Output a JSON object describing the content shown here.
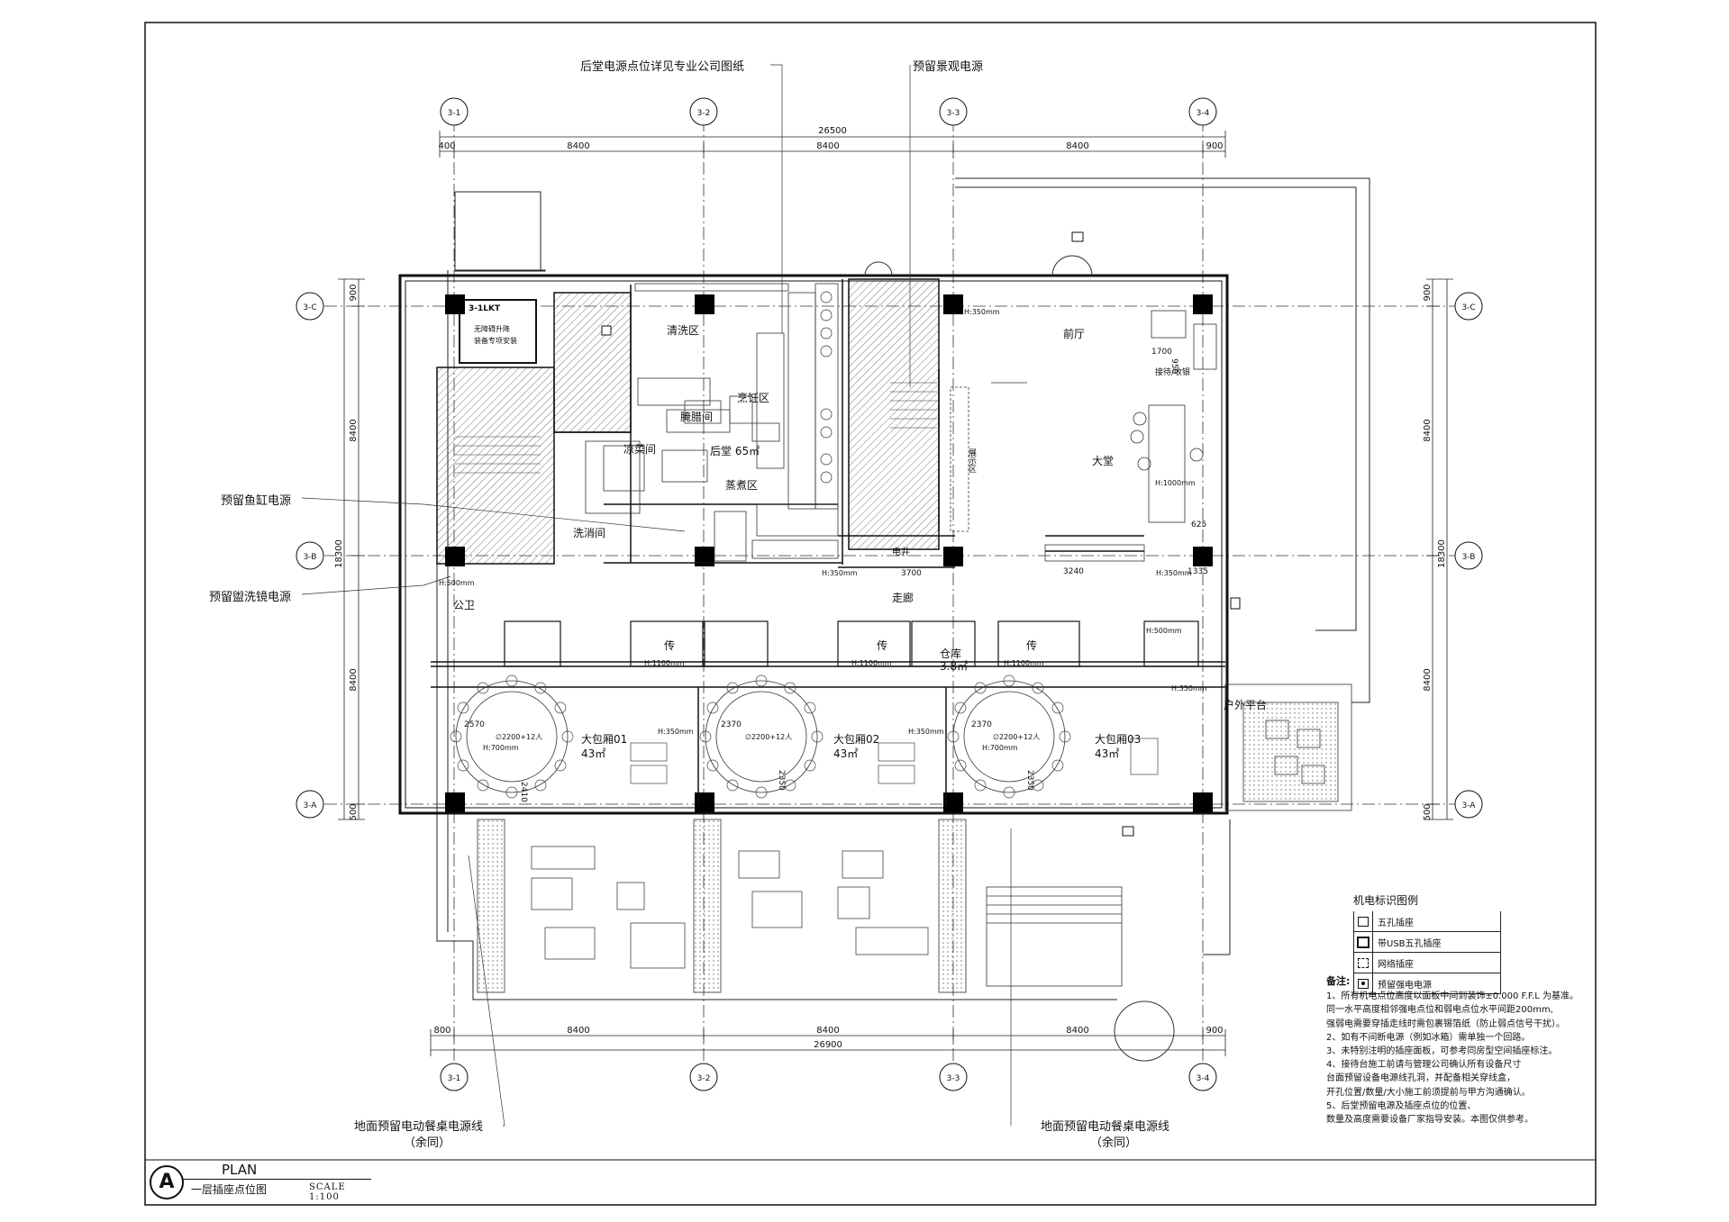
{
  "drawing": {
    "sheet_letter": "A",
    "title_en": "PLAN",
    "title_cn": "一层插座点位图",
    "scale": "SCALE 1:100"
  },
  "grid": {
    "columns": [
      "3-1",
      "3-2",
      "3-3",
      "3-4"
    ],
    "rows": [
      "3-C",
      "3-B",
      "3-A"
    ]
  },
  "dimensions": {
    "top_total": "26500",
    "top_segments": [
      "400",
      "8400",
      "8400",
      "8400",
      "900"
    ],
    "bottom_total": "26900",
    "bottom_segments": [
      "800",
      "8400",
      "8400",
      "8400",
      "900"
    ],
    "side_total": "18300",
    "side_segments": [
      "900",
      "8400",
      "8400",
      "500"
    ]
  },
  "callouts": {
    "kitchen_power": "后堂电源点位详见专业公司图纸",
    "landscape_power": "预留景观电源",
    "fish_tank_power": "预留鱼缸电源",
    "mirror_power": "预留盥洗镜电源",
    "floor_table_left": "地面预留电动餐桌电源线",
    "floor_table_left_sub": "（余同）",
    "floor_table_right": "地面预留电动餐桌电源线",
    "floor_table_right_sub": "（余同）"
  },
  "rooms": {
    "wash": "清洗区",
    "cooking": "烹饪区",
    "pickle": "腌腊间",
    "cold": "凉菜间",
    "kitchen": "后堂 65㎡",
    "steam": "蒸煮区",
    "dish": "洗消间",
    "front_hall": "前厅",
    "lobby": "大堂",
    "reception": "接待/收银",
    "corridor": "走廊",
    "wc": "公卫",
    "serve1": "传",
    "serve2": "传",
    "serve3": "传",
    "storage": "仓库",
    "storage_area": "3.8㎡",
    "pr1": "大包厢01",
    "pr1_area": "43㎡",
    "pr2": "大包厢02",
    "pr2_area": "43㎡",
    "pr3": "大包厢03",
    "pr3_area": "43㎡",
    "terrace": "户外平台",
    "elec": "电井",
    "display": "展示区",
    "accessible": "无障碍升降",
    "accessible2": "装备专项安装",
    "lift_tag": "3-1LKT",
    "table_spec1": "∅2200+12人",
    "table_spec2": "∅2200+12人",
    "table_spec3": "∅2200+12人"
  },
  "room_dims": {
    "d3700": "3700",
    "d3240": "3240",
    "d1335": "1335",
    "d2570": "2570",
    "d2370a": "2370",
    "d2370b": "2370",
    "d2410": "2410",
    "d2350a": "2350",
    "d2350b": "2350",
    "d1700": "1700",
    "d950": "950",
    "d625": "625"
  },
  "heights": {
    "h350a": "H:350mm",
    "h350b": "H:350mm",
    "h350c": "H:350mm",
    "h350d": "H:350mm",
    "h350e": "H:350mm",
    "h350f": "H:350mm",
    "h500a": "H:500mm",
    "h500b": "H:500mm",
    "h1100a": "H:1100mm",
    "h1100b": "H:1100mm",
    "h1100c": "H:1100mm",
    "h1000": "H:1000mm",
    "h700a": "H:700mm",
    "h700b": "H:700mm"
  },
  "legend": {
    "title": "机电标识图例",
    "items": [
      {
        "icon": "five-hole-socket-icon",
        "label": "五孔插座"
      },
      {
        "icon": "usb-socket-icon",
        "label": "带USB五孔插座"
      },
      {
        "icon": "network-socket-icon",
        "label": "网络插座"
      },
      {
        "icon": "reserved-power-icon",
        "label": "预留强电电源"
      }
    ]
  },
  "notes": {
    "title": "备注:",
    "lines": [
      "1、所有机电点位高度以面板中间到装饰±0.000 F.F.L 为基准。",
      "   同一水平高度相邻强电点位和弱电点位水平间距200mm,",
      "   强弱电需要穿插走线时需包裹锡箔纸（防止弱点信号干扰）。",
      "2、如有不间断电源（例如冰箱）需单独一个回路。",
      "3、未特别注明的插座面板，可参考同房型空间插座标注。",
      "4、接待台施工前请与管理公司确认所有设备尺寸",
      "   台面预留设备电源线孔洞，并配备相关穿线盒，",
      "   开孔位置/数量/大小施工前须提前与甲方沟通确认。",
      "5、后堂预留电源及插座点位的位置、",
      "   数量及高度需要设备厂家指导安装。本图仅供参考。"
    ]
  }
}
